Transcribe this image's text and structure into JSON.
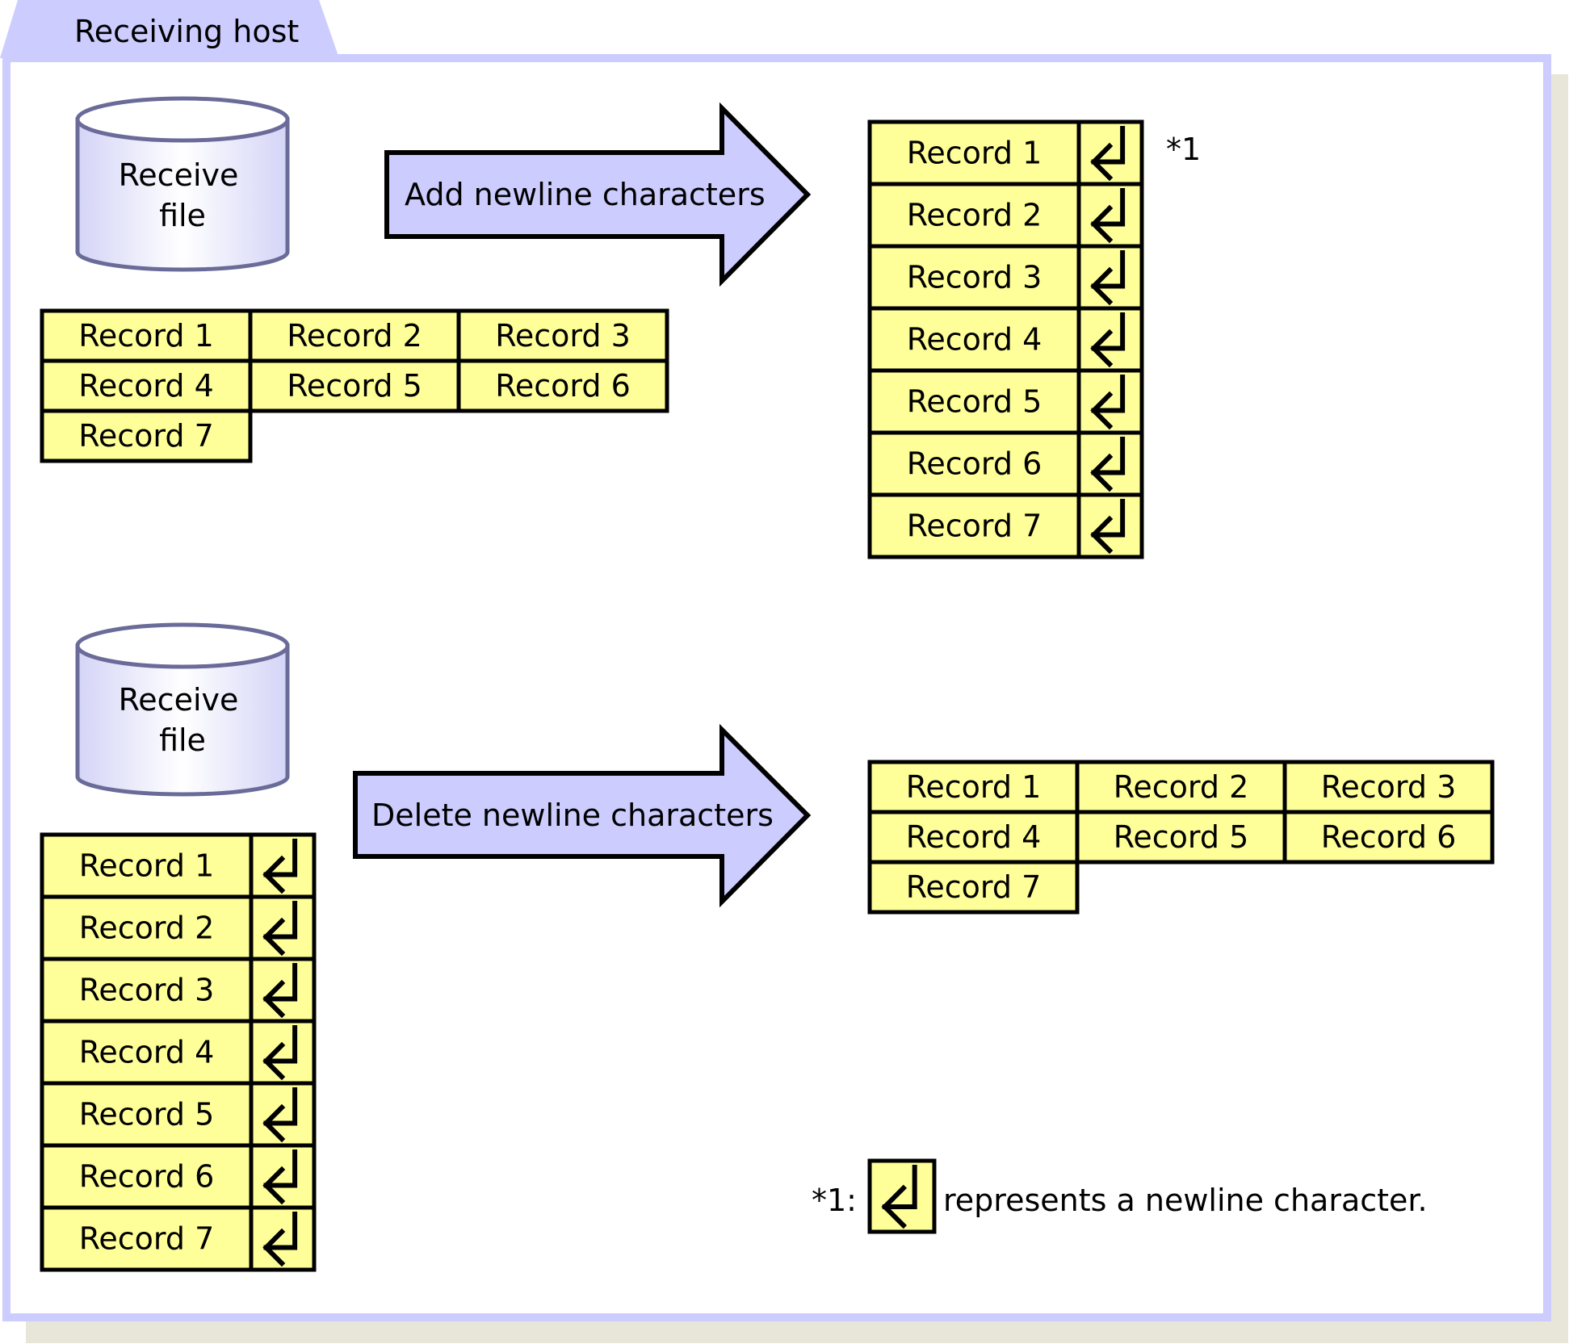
{
  "frame": {
    "title": "Receiving host",
    "colors": {
      "tab": "#ccccff",
      "border": "#ccccff",
      "shadow": "#e8e6d8",
      "panel": "#ffffff"
    }
  },
  "top": {
    "cylinder": {
      "line1": "Receive",
      "line2": "file"
    },
    "arrow_label": "Add newline characters",
    "input_records": [
      "Record 1",
      "Record 2",
      "Record 3",
      "Record 4",
      "Record 5",
      "Record 6",
      "Record 7"
    ],
    "output_records": [
      "Record 1",
      "Record 2",
      "Record 3",
      "Record 4",
      "Record 5",
      "Record 6",
      "Record 7"
    ],
    "footnote_marker": "*1"
  },
  "bottom": {
    "cylinder": {
      "line1": "Receive",
      "line2": "file"
    },
    "arrow_label": "Delete newline characters",
    "input_records": [
      "Record 1",
      "Record 2",
      "Record 3",
      "Record 4",
      "Record 5",
      "Record 6",
      "Record 7"
    ],
    "output_records": [
      "Record 1",
      "Record 2",
      "Record 3",
      "Record 4",
      "Record 5",
      "Record 6",
      "Record 7"
    ]
  },
  "legend": {
    "marker": "*1:",
    "text": "represents a newline character."
  },
  "colors": {
    "record_fill": "#ffff99",
    "arrow_fill": "#ccccff",
    "cylinder_fill": "#e6e6ff",
    "cylinder_stroke": "#6b6b99",
    "newline_icon": "newline-return-icon"
  }
}
